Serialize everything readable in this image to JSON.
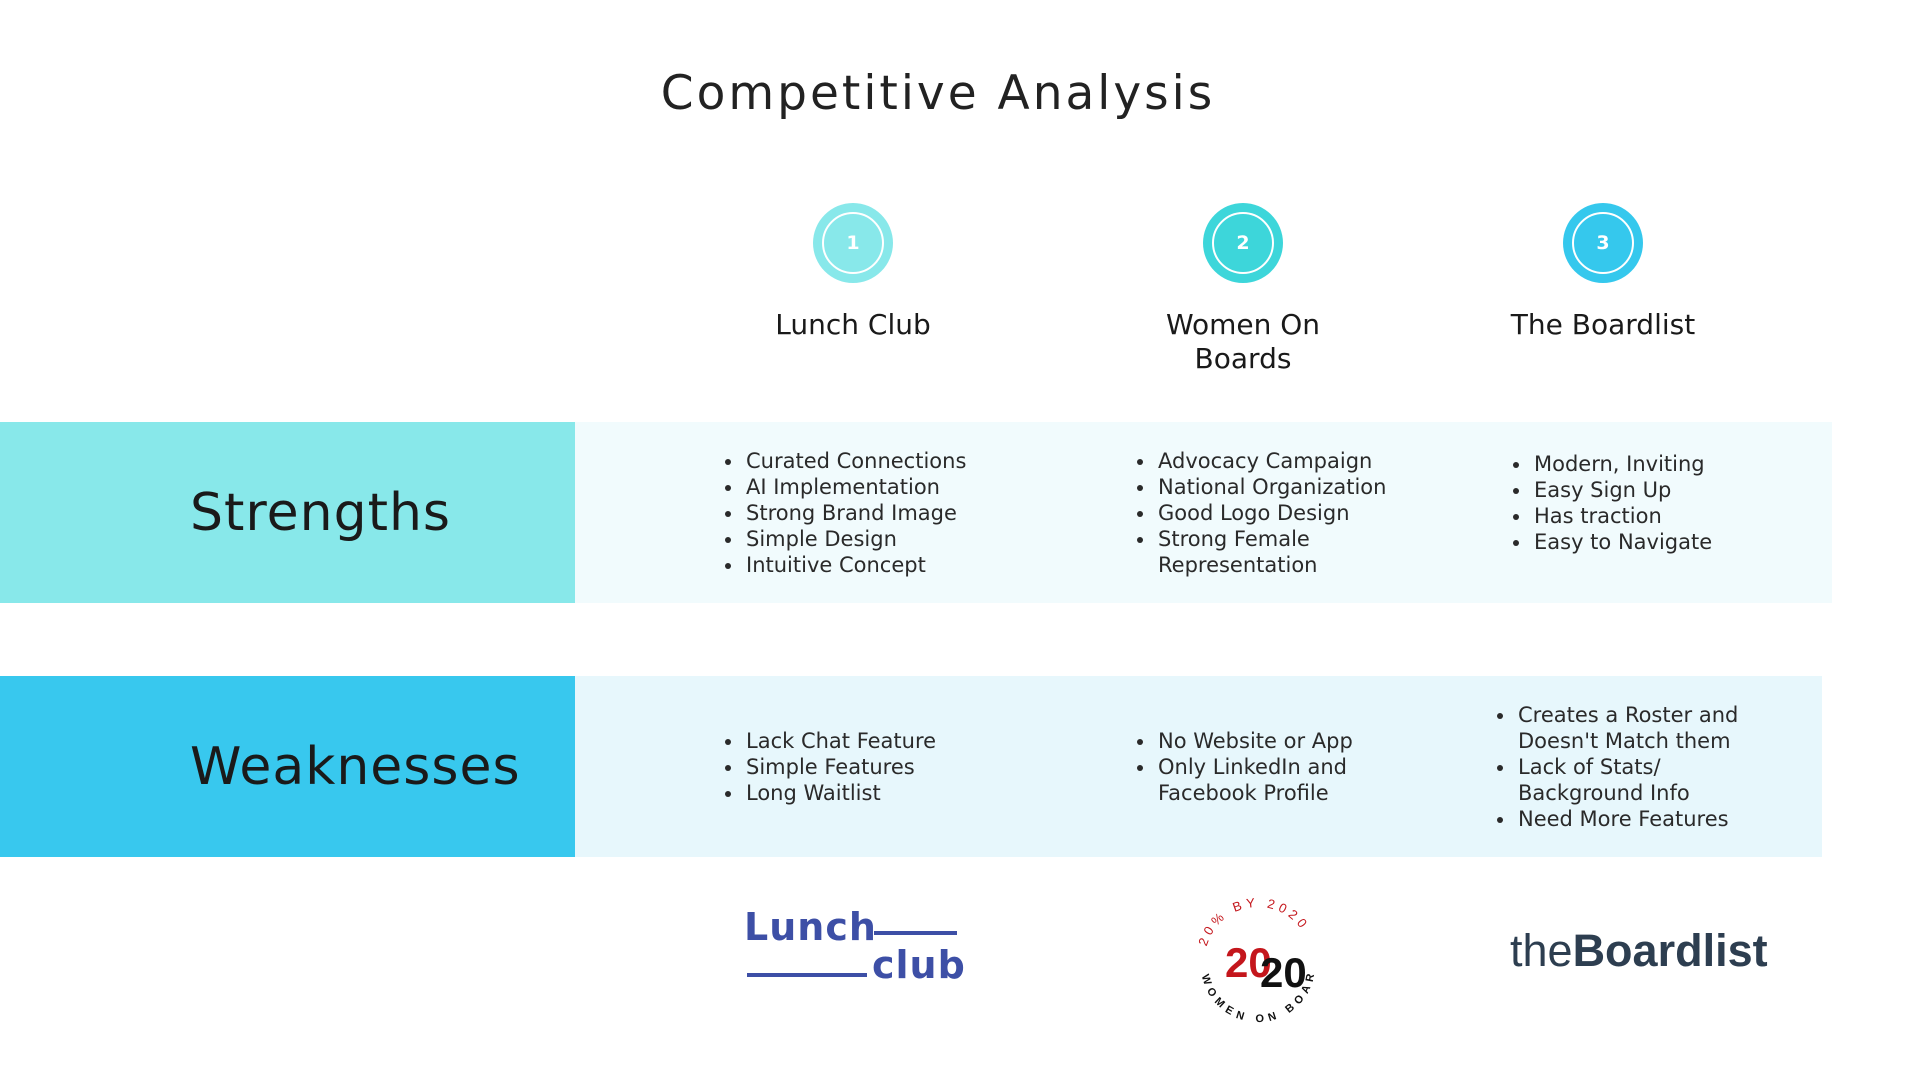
{
  "title": "Competitive Analysis",
  "competitors": [
    {
      "number": "1",
      "name": "Lunch Club",
      "circle_color": "#88e8ea"
    },
    {
      "number": "2",
      "name": "Women On Boards",
      "circle_color": "#3dd6da"
    },
    {
      "number": "3",
      "name": "The Boardlist",
      "circle_color": "#35c8ed"
    }
  ],
  "rows": {
    "strengths": {
      "label": "Strengths",
      "label_bg": "#88e8ea",
      "band_bg": "#f1fbfd",
      "cells": [
        [
          "Curated Connections",
          "AI Implementation",
          "Strong Brand Image",
          "Simple Design",
          "Intuitive Concept"
        ],
        [
          "Advocacy Campaign",
          "National Organization",
          "Good Logo Design",
          "Strong Female Representation"
        ],
        [
          "Modern, Inviting",
          "Easy Sign Up",
          "Has traction",
          "Easy to Navigate"
        ]
      ]
    },
    "weaknesses": {
      "label": "Weaknesses",
      "label_bg": "#38c8ee",
      "band_bg": "#e7f7fc",
      "cells": [
        [
          "Lack Chat Feature",
          "Simple Features",
          "Long Waitlist"
        ],
        [
          "No Website or App",
          "Only LinkedIn and Facebook Profile"
        ],
        [
          "Creates a Roster and Doesn't Match them",
          "Lack of Stats/ Background Info",
          "Need More Features"
        ]
      ]
    }
  },
  "logos": {
    "lunchclub": {
      "word1": "Lunch",
      "word2": "club",
      "color": "#3d4fa6"
    },
    "wob": {
      "top_text": "20% BY 2020",
      "bottom_text": "WOMEN ON BOARDS",
      "num_left": "20",
      "num_right": "20",
      "red": "#c4161c"
    },
    "boardlist": {
      "prefix": "the",
      "main": "Boardlist",
      "color": "#2d3e50"
    }
  }
}
